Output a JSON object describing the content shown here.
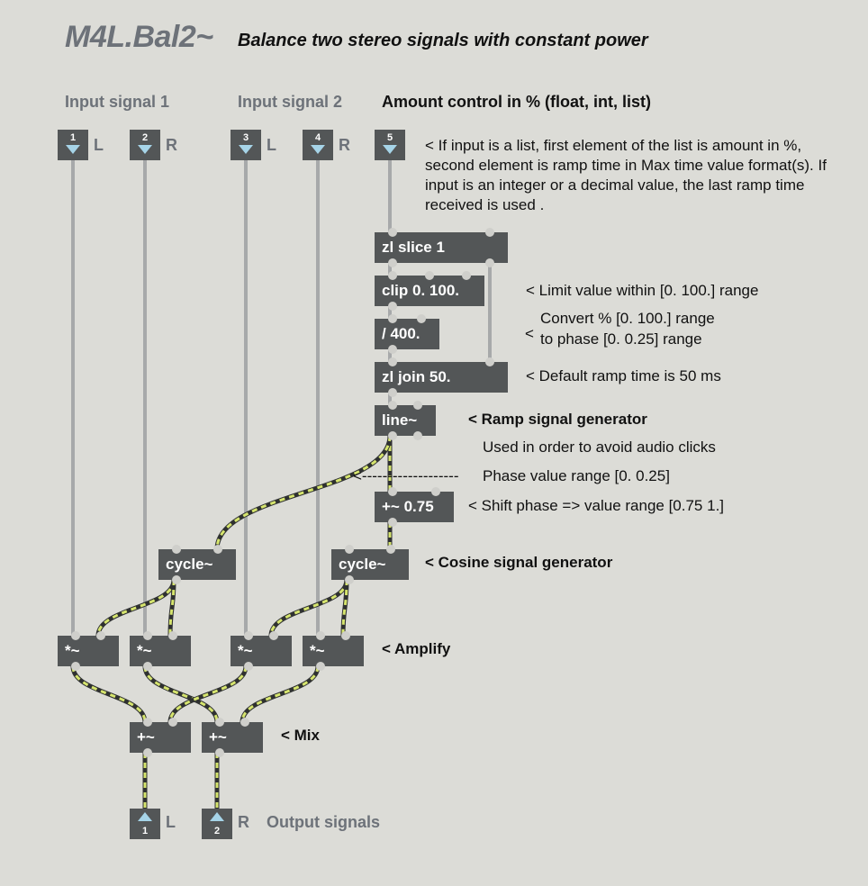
{
  "header": {
    "title": "M4L.Bal2~",
    "subtitle": "Balance two stereo signals with constant power"
  },
  "section_labels": {
    "input1": "Input signal 1",
    "input2": "Input signal 2",
    "amount": "Amount control in % (float, int, list)",
    "output": "Output signals"
  },
  "inlets": [
    {
      "num": "1",
      "side": "L"
    },
    {
      "num": "2",
      "side": "R"
    },
    {
      "num": "3",
      "side": "L"
    },
    {
      "num": "4",
      "side": "R"
    },
    {
      "num": "5",
      "side": ""
    }
  ],
  "outlets": [
    {
      "num": "1",
      "side": "L"
    },
    {
      "num": "2",
      "side": "R"
    }
  ],
  "objects": {
    "zl_slice": "zl slice 1",
    "clip": "clip 0. 100.",
    "div": "/ 400.",
    "zl_join": "zl join 50.",
    "line": "line~",
    "plus_phase": "+~ 0.75",
    "cycle1": "cycle~",
    "cycle2": "cycle~",
    "mul1": "*~",
    "mul2": "*~",
    "mul3": "*~",
    "mul4": "*~",
    "add1": "+~",
    "add2": "+~"
  },
  "comments": {
    "list_info": "< If input is a list, first element of the list is amount in %, second element is ramp time in Max time value format(s). If input is an integer or a decimal value, the last ramp time received is used .",
    "limit": "< Limit value within [0. 100.] range",
    "convert_arrow": "<",
    "convert_line1": "Convert % [0. 100.] range",
    "convert_line2": "to phase [0. 0.25] range",
    "ramp_default": "< Default ramp time is 50 ms",
    "ramp_gen": "< Ramp signal generator",
    "ramp_gen_sub": "Used in order to avoid audio clicks",
    "phase_arrow": "<-------------------",
    "phase_range": "Phase value range [0. 0.25]",
    "shift": "< Shift phase => value range [0.75 1.]",
    "cosine": "< Cosine signal generator",
    "amplify": "< Amplify",
    "mix": "< Mix"
  },
  "colors": {
    "background": "#dcdcd7",
    "object_fill": "#535657",
    "signal_cord": "#d6e56e",
    "control_cord": "#a7a9aa",
    "port_arrow": "#a6d4e8"
  }
}
